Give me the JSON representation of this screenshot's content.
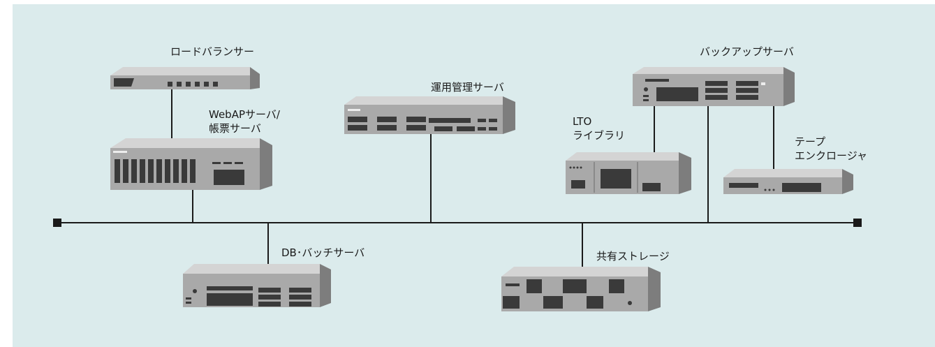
{
  "labels": {
    "load_balancer": "ロードバランサー",
    "web_ap_line1": "WebAPサーバ/",
    "web_ap_line2": "帳票サーバ",
    "ops_server": "運用管理サーバ",
    "backup_server": "バックアップサーバ",
    "lto_line1": "LTO",
    "lto_line2": "ライブラリ",
    "tape_line1": "テープ",
    "tape_line2": "エンクロージャ",
    "db_batch": "DB･バッチサーバ",
    "shared_storage": "共有ストレージ"
  },
  "colors": {
    "background": "#dbebec",
    "line": "#1a1a1a",
    "device_top": "#d4d4d4",
    "device_front": "#a9a9a9",
    "device_side": "#7d7d7d",
    "device_dark": "#3a3a3a",
    "device_light": "#ededed"
  }
}
